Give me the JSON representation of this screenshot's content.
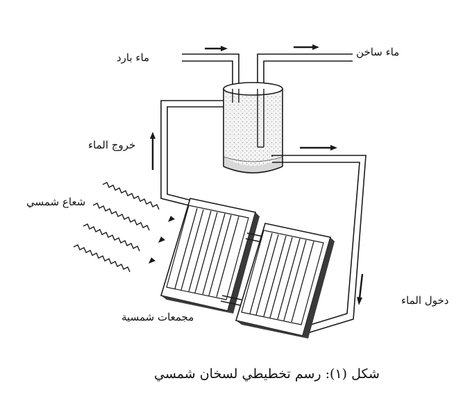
{
  "labels": {
    "cold_water": "ماء بارد",
    "hot_water": "ماء ساخن",
    "water_out": "خروج الماء",
    "solar_rays": "شعاع شمسي",
    "solar_collectors": "مجمعات شمسية",
    "water_in": "دخول الماء"
  },
  "caption": "شكل (١): رسم تخطيطي لسخان شمسي",
  "colors": {
    "ink": "#1a1a1a",
    "dark_panel": "#3a3a3a",
    "water": "#d8d8d8"
  }
}
